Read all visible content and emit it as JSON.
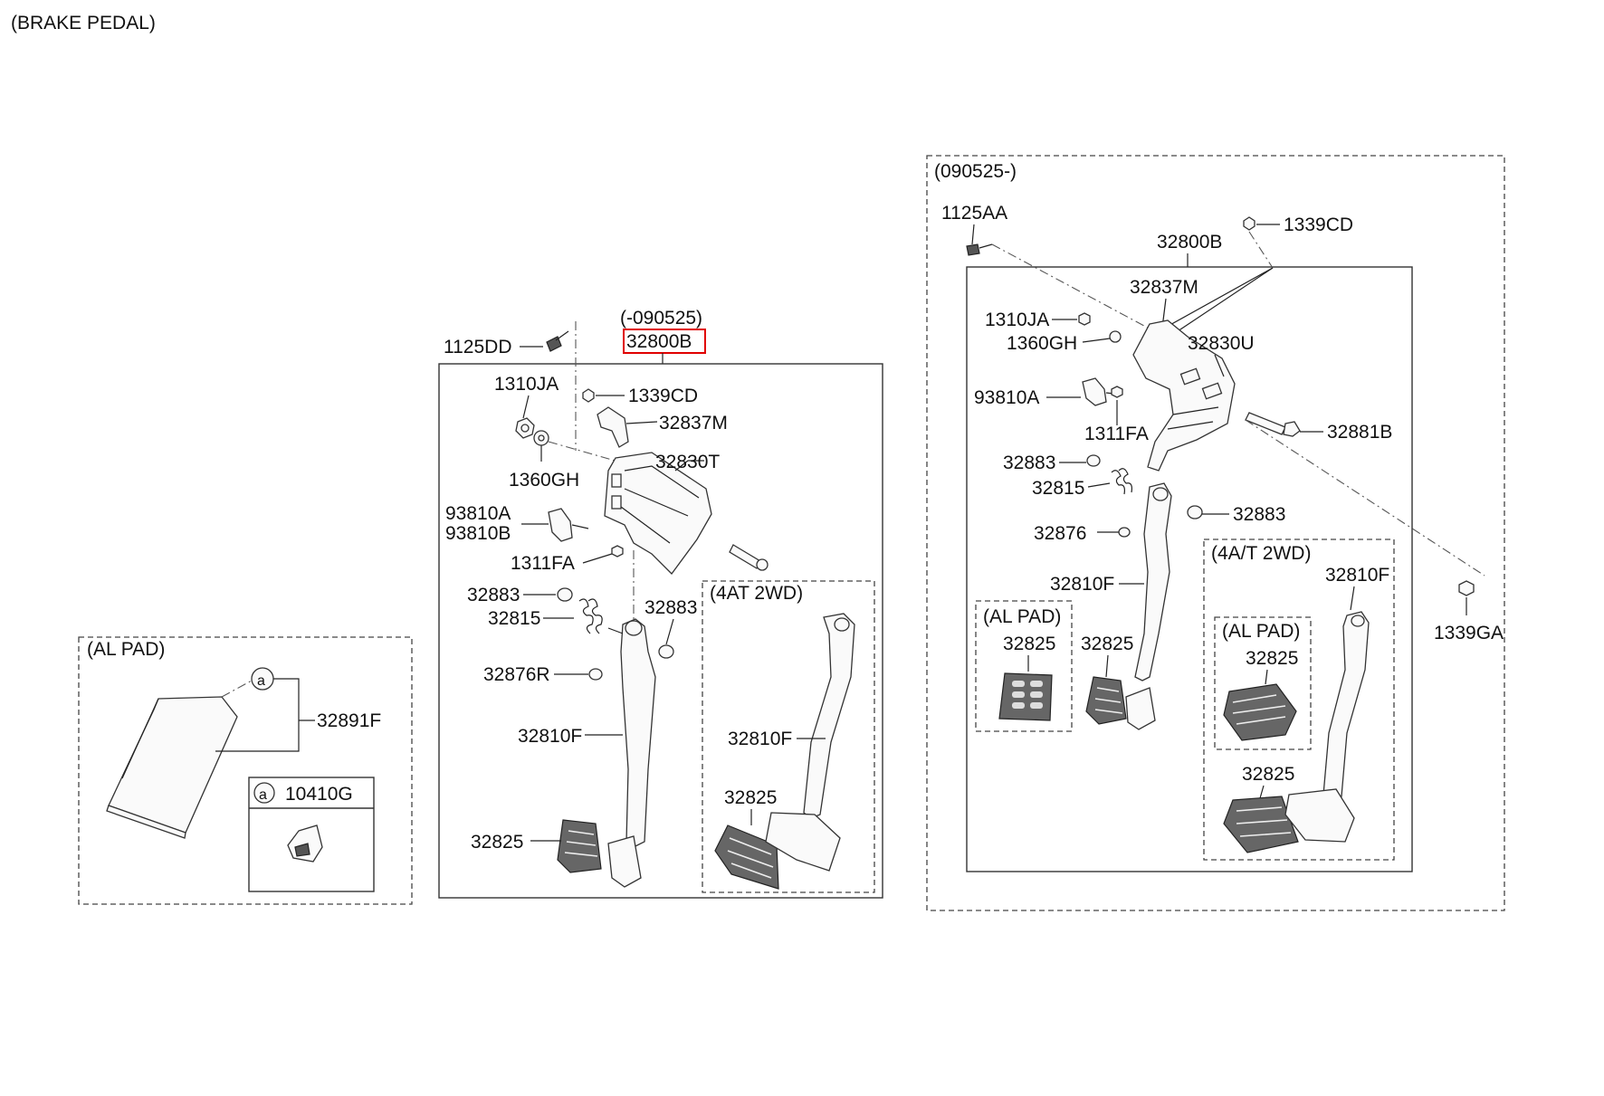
{
  "title": "(BRAKE PEDAL)",
  "groups": {
    "al_pad_left": {
      "label": "(AL PAD)",
      "part_32891F": "32891F",
      "callout_a": "a",
      "inset_label": "10410G",
      "inset_callout": "a"
    },
    "early": {
      "range": "(-090525)",
      "assembly": "32800B",
      "parts": {
        "p1125DD": "1125DD",
        "p1310JA": "1310JA",
        "p1339CD": "1339CD",
        "p32837M": "32837M",
        "p32830T": "32830T",
        "p1360GH": "1360GH",
        "p93810A": "93810A",
        "p93810B": "93810B",
        "p1311FA": "1311FA",
        "p32883a": "32883",
        "p32883b": "32883",
        "p32815": "32815",
        "p32876R": "32876R",
        "p32810F": "32810F",
        "p32825": "32825"
      },
      "sub_4at": {
        "label": "(4AT 2WD)",
        "p32810F": "32810F",
        "p32825": "32825"
      }
    },
    "late": {
      "range": "(090525-)",
      "assembly": "32800B",
      "parts": {
        "p1125AA": "1125AA",
        "p1339CD": "1339CD",
        "p32837M": "32837M",
        "p1310JA": "1310JA",
        "p1360GH": "1360GH",
        "p32830U": "32830U",
        "p93810A": "93810A",
        "p1311FA": "1311FA",
        "p32881B": "32881B",
        "p32883a": "32883",
        "p32815": "32815",
        "p32883b": "32883",
        "p32876": "32876",
        "p32810F": "32810F",
        "p32825": "32825",
        "p1339GA": "1339GA"
      },
      "al_pad": {
        "label": "(AL PAD)",
        "p32825": "32825"
      },
      "sub_4at": {
        "label": "(4A/T 2WD)",
        "p32810F": "32810F",
        "al_pad_label": "(AL PAD)",
        "al_pad_32825": "32825",
        "p32825": "32825"
      }
    }
  },
  "colors": {
    "highlight": "#e00000",
    "line": "#333333"
  }
}
